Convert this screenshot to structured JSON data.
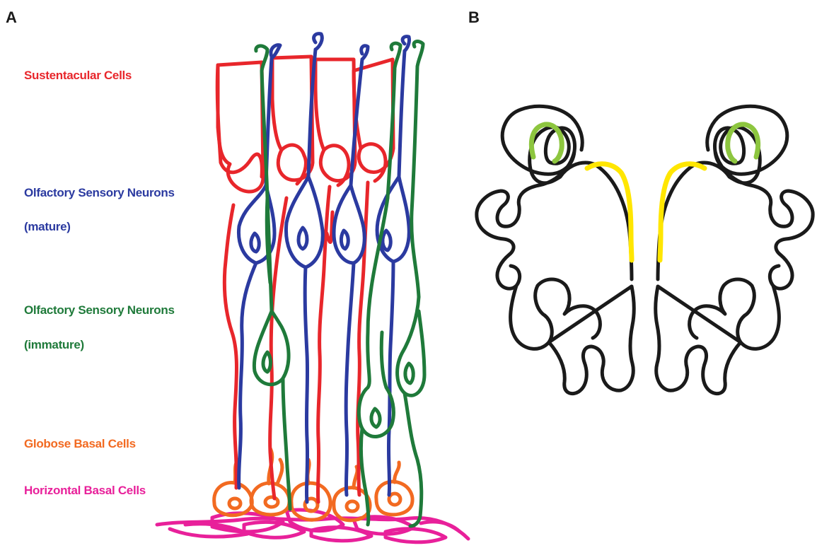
{
  "panels": {
    "a": {
      "letter": "A",
      "labels": {
        "sustentacular": "Sustentacular Cells",
        "osn_mature_line1": "Olfactory Sensory Neurons",
        "osn_mature_line2": "(mature)",
        "osn_immature_line1": "Olfactory Sensory Neurons",
        "osn_immature_line2": "(immature)",
        "globose": "Globose Basal Cells",
        "horizontal": "Horizontal Basal Cells"
      }
    },
    "b": {
      "letter": "B"
    }
  },
  "colors": {
    "sustentacular": "#e8262b",
    "osn_mature": "#2b3aa0",
    "osn_immature": "#1f7a3a",
    "globose": "#f26a21",
    "horizontal": "#e8209a",
    "outline": "#1a1a1a",
    "highlight_green": "#8dc63f",
    "highlight_yellow": "#ffe600"
  }
}
